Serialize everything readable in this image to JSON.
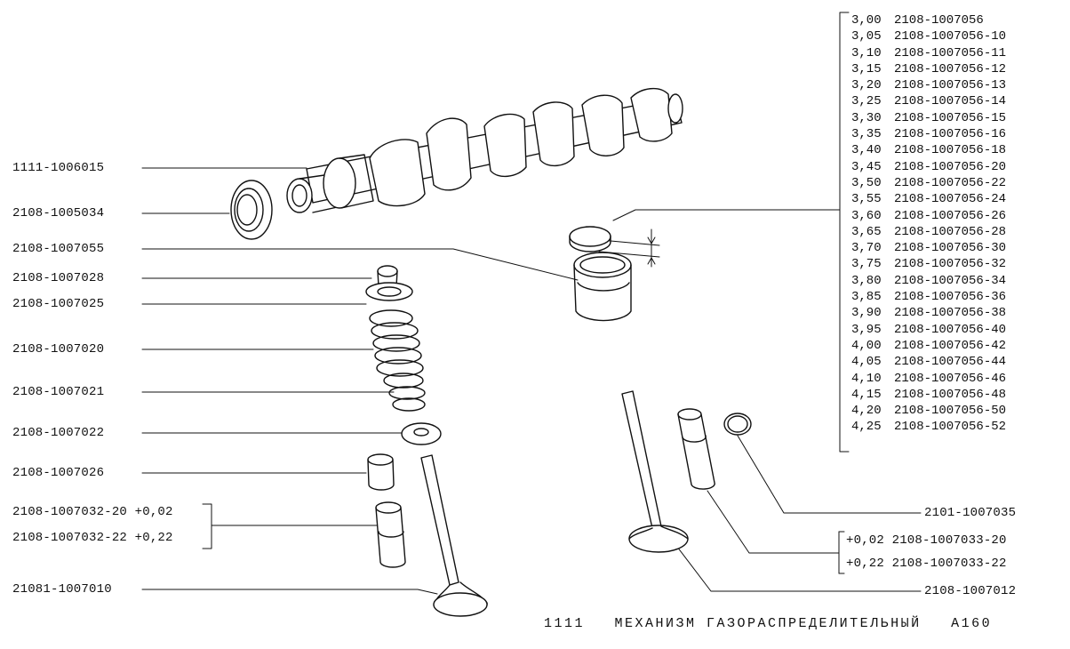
{
  "labels_left": [
    "1111-1006015",
    "2108-1005034",
    "2108-1007055",
    "2108-1007028",
    "2108-1007025",
    "2108-1007020",
    "2108-1007021",
    "2108-1007022",
    "2108-1007026",
    "2108-1007032-20 +0,02",
    "2108-1007032-22 +0,22",
    "21081-1007010"
  ],
  "labels_right": [
    "2101-1007035",
    "+0,02 2108-1007033-20",
    "+0,22 2108-1007033-22",
    "2108-1007012"
  ],
  "shim_table": [
    {
      "thickness": "3,00",
      "part": "2108-1007056"
    },
    {
      "thickness": "3,05",
      "part": "2108-1007056-10"
    },
    {
      "thickness": "3,10",
      "part": "2108-1007056-11"
    },
    {
      "thickness": "3,15",
      "part": "2108-1007056-12"
    },
    {
      "thickness": "3,20",
      "part": "2108-1007056-13"
    },
    {
      "thickness": "3,25",
      "part": "2108-1007056-14"
    },
    {
      "thickness": "3,30",
      "part": "2108-1007056-15"
    },
    {
      "thickness": "3,35",
      "part": "2108-1007056-16"
    },
    {
      "thickness": "3,40",
      "part": "2108-1007056-18"
    },
    {
      "thickness": "3,45",
      "part": "2108-1007056-20"
    },
    {
      "thickness": "3,50",
      "part": "2108-1007056-22"
    },
    {
      "thickness": "3,55",
      "part": "2108-1007056-24"
    },
    {
      "thickness": "3,60",
      "part": "2108-1007056-26"
    },
    {
      "thickness": "3,65",
      "part": "2108-1007056-28"
    },
    {
      "thickness": "3,70",
      "part": "2108-1007056-30"
    },
    {
      "thickness": "3,75",
      "part": "2108-1007056-32"
    },
    {
      "thickness": "3,80",
      "part": "2108-1007056-34"
    },
    {
      "thickness": "3,85",
      "part": "2108-1007056-36"
    },
    {
      "thickness": "3,90",
      "part": "2108-1007056-38"
    },
    {
      "thickness": "3,95",
      "part": "2108-1007056-40"
    },
    {
      "thickness": "4,00",
      "part": "2108-1007056-42"
    },
    {
      "thickness": "4,05",
      "part": "2108-1007056-44"
    },
    {
      "thickness": "4,10",
      "part": "2108-1007056-46"
    },
    {
      "thickness": "4,15",
      "part": "2108-1007056-48"
    },
    {
      "thickness": "4,20",
      "part": "2108-1007056-50"
    },
    {
      "thickness": "4,25",
      "part": "2108-1007056-52"
    }
  ],
  "footer": {
    "group": "1111",
    "title": "МЕХАНИЗМ ГАЗОРАСПРЕДЕЛИТЕЛЬНЫЙ",
    "code": "A160"
  }
}
